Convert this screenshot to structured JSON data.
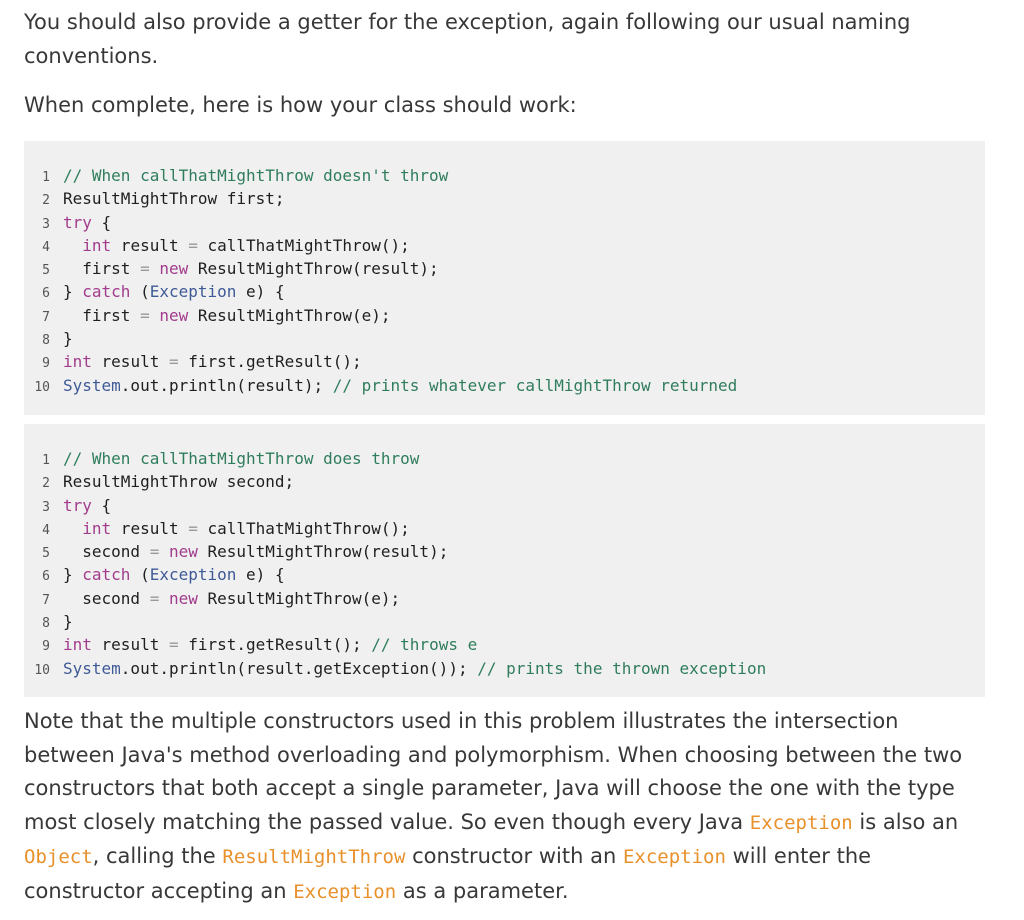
{
  "paragraph1": "You should also provide a getter for the exception, again following our usual naming conventions.",
  "paragraph2": "When complete, here is how your class should work:",
  "code_block_1": {
    "l1_comment": "// When callThatMightThrow doesn't throw",
    "l2_decl": "ResultMightThrow first;",
    "l3_try": "try",
    "l3_brace": " {",
    "l4_int": "int",
    "l4_var": " result ",
    "l4_eq": "=",
    "l4_call": " callThatMightThrow();",
    "l5_var": "first ",
    "l5_eq": "=",
    "l5_new": " new",
    "l5_rest": " ResultMightThrow(result);",
    "l6_close": "} ",
    "l6_catch": "catch",
    "l6_open": " (",
    "l6_type": "Exception",
    "l6_rest": " e) {",
    "l7_var": "first ",
    "l7_eq": "=",
    "l7_new": " new",
    "l7_rest": " ResultMightThrow(e);",
    "l8_close": "}",
    "l9_int": "int",
    "l9_var": " result ",
    "l9_eq": "=",
    "l9_rest": " first.getResult();",
    "l10_sys": "System",
    "l10_rest": ".out.println(result); ",
    "l10_comment": "// prints whatever callMightThrow returned"
  },
  "code_block_2": {
    "l1_comment": "// When callThatMightThrow does throw",
    "l2_decl": "ResultMightThrow second;",
    "l3_try": "try",
    "l3_brace": " {",
    "l4_int": "int",
    "l4_var": " result ",
    "l4_eq": "=",
    "l4_call": " callThatMightThrow();",
    "l5_var": "second ",
    "l5_eq": "=",
    "l5_new": " new",
    "l5_rest": " ResultMightThrow(result);",
    "l6_close": "} ",
    "l6_catch": "catch",
    "l6_open": " (",
    "l6_type": "Exception",
    "l6_rest": " e) {",
    "l7_var": "second ",
    "l7_eq": "=",
    "l7_new": " new",
    "l7_rest": " ResultMightThrow(e);",
    "l8_close": "}",
    "l9_int": "int",
    "l9_var": " result ",
    "l9_eq": "=",
    "l9_rest": " first.getResult(); ",
    "l9_comment": "// throws e",
    "l10_sys": "System",
    "l10_rest": ".out.println(result.getException()); ",
    "l10_comment": "// prints the thrown exception"
  },
  "paragraph3": {
    "t1": "Note that the multiple constructors used in this problem illustrates the intersection between Java's method overloading and polymorphism. When choosing between the two constructors that both accept a single parameter, Java will choose the one with the type most closely matching the passed value. So even though every Java ",
    "c1": "Exception",
    "t2": " is also an ",
    "c2": "Object",
    "t3": ", calling the ",
    "c3": "ResultMightThrow",
    "t4": " constructor with an ",
    "c4": "Exception",
    "t5": " will enter the constructor accepting an ",
    "c5": "Exception",
    "t6": " as a parameter."
  },
  "colors": {
    "comment": "#2f7d5c",
    "keyword": "#a23b8c",
    "type": "#3e5a96",
    "inline_code": "#e8902a",
    "code_background": "#f0f0f0"
  }
}
